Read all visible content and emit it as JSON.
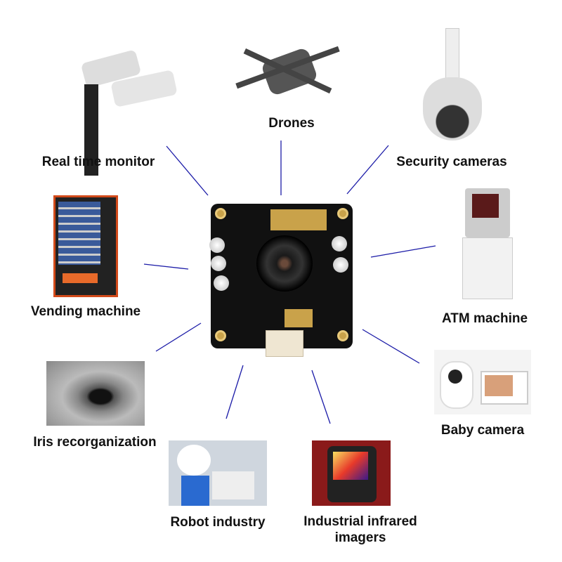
{
  "center": {
    "name": "camera-module-board"
  },
  "applications": [
    {
      "label": "Real time monitor"
    },
    {
      "label": "Drones"
    },
    {
      "label": "Security cameras"
    },
    {
      "label": "Vending machine"
    },
    {
      "label": "ATM machine"
    },
    {
      "label": "Iris recorganization"
    },
    {
      "label": "Baby camera"
    },
    {
      "label": "Robot industry"
    },
    {
      "label": "Industrial infrared",
      "label2": "imagers"
    }
  ],
  "colors": {
    "connector_line": "#1c1ca8",
    "label": "#111111"
  }
}
